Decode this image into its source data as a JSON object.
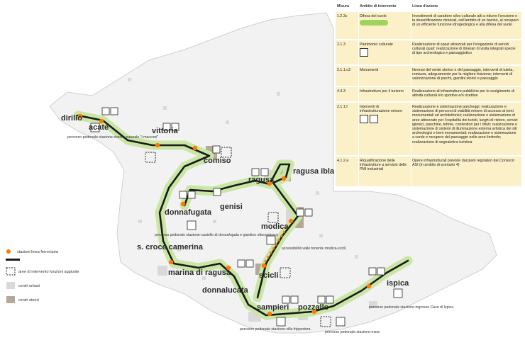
{
  "panel": {
    "headers": {
      "misura": "Misura",
      "ambito": "Ambito di intervento",
      "linea": "Linea d'azione"
    },
    "rows": [
      {
        "misura": "1.2.3c",
        "ambito": "Difesa del suolo",
        "linea": "Investimenti di carattere silvo-culturale atti a ridurre l'erosione e la desertificazione minerali, nell'ambito di un bacino, al recupero di un efficiente funzione idrogeologica e alla difesa del suolo"
      },
      {
        "misura": "2.1.3",
        "ambito": "Patrimonio culturale",
        "linea": "Realizzazione di spazi attrezzati per l'erogazione di servizi culturali quali: realizzazione di itinerari di visita integrati specie di tipo archeologico e paesaggistico"
      },
      {
        "misura": "2.1.1.c3",
        "ambito": "Monumenti",
        "linea": "Itinerari del verde storico e del paesaggio, interventi di tutela, restauro, adeguamento per la migliore fruizione; interventi di valorizzazione di parchi, giardini storici e paesaggio"
      },
      {
        "misura": "4.4.3",
        "ambito": "Infrastrutture per il turismo",
        "linea": "Realizzazione di infrastrutture pubbliche per lo svolgimento di attività culturali e/o sportive e/o ricettive"
      },
      {
        "misura": "2.1.1.f",
        "ambito": "Interventi di infrastrutturazione minore",
        "linea": "Realizzazione e sistemazione parcheggi; realizzazione e sistemazione di percorsi di viabilità minore di accesso ai beni monumentali ed architettonici; realizzazione e sistemazione di aree attrezzate per l'ospitalità dei turisti, luoghi di ristoro, servizi igienici, panchine, tettoie, contenitori per i rifiuti; realizzazione e sistemazione di sistemi di illuminazione esterna artistica dei siti archeologici e beni monumentali; realizzazione e sistemazione a verde e recupero del paesaggio nelle aree limitrofe; realizzazione di segnaletica turistica"
      },
      {
        "misura": "4.1.2.a",
        "ambito": "Riqualificazione delle infrastrutture a servizio delle PMI industriali",
        "linea": "Opere infrastrutturali previste dai piani regolatori dei Consorzi ASI (in ambito di scenario 4)"
      }
    ]
  },
  "map": {
    "towns": [
      "dirillo",
      "acate",
      "vittoria",
      "comiso",
      "ragusa",
      "ragusa ibla",
      "genisi",
      "donnafugata",
      "modica",
      "s. croce camerina",
      "marina di ragusa",
      "donnalucata",
      "scicli",
      "sampieri",
      "pozzallo",
      "ispica"
    ],
    "annotations": [
      "percorso pedonale stazione-riserva naturale \"i macconi\"",
      "percorso pedonale stazione-castello di donnafugata e giardino ottocentesco",
      "accessibilità valle torrente modica-scicli",
      "percorso pedonale stazione-villa fripportora",
      "percorso pedonale stazione-mare",
      "percorso pedonale stazione-ingresso Cava di Ispica"
    ]
  },
  "legend": [
    {
      "label": "stazioni linea ferroviaria"
    },
    {
      "label": "aree di intervento funzioni aggiunte"
    },
    {
      "label": "centri urbani"
    },
    {
      "label": "centri storici"
    }
  ],
  "colors": {
    "track": "#1a1a1a",
    "buffer": "#c9e6a5",
    "station": "#ff7a00",
    "panel": "#fbf0c8",
    "urban": "#d9d9d9",
    "historic": "#b5a89a"
  }
}
